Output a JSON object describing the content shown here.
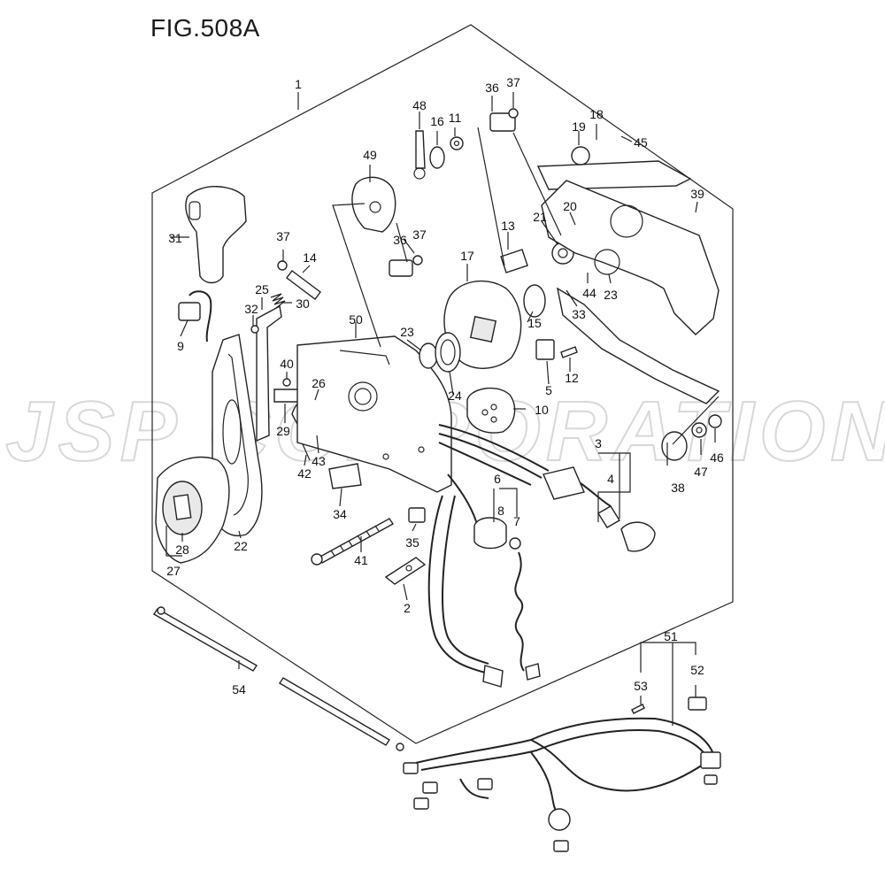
{
  "figure": {
    "title": "FIG.508A"
  },
  "watermark": {
    "text": "JSP CORPORATION"
  },
  "callouts": [
    {
      "id": "c1",
      "num": "1"
    },
    {
      "id": "c2",
      "num": "2"
    },
    {
      "id": "c3",
      "num": "3"
    },
    {
      "id": "c4",
      "num": "4"
    },
    {
      "id": "c5",
      "num": "5"
    },
    {
      "id": "c6",
      "num": "6"
    },
    {
      "id": "c7",
      "num": "7"
    },
    {
      "id": "c8",
      "num": "8"
    },
    {
      "id": "c9",
      "num": "9"
    },
    {
      "id": "c10",
      "num": "10"
    },
    {
      "id": "c11",
      "num": "11"
    },
    {
      "id": "c12",
      "num": "12"
    },
    {
      "id": "c13",
      "num": "13"
    },
    {
      "id": "c14",
      "num": "14"
    },
    {
      "id": "c15",
      "num": "15"
    },
    {
      "id": "c16",
      "num": "16"
    },
    {
      "id": "c17",
      "num": "17"
    },
    {
      "id": "c18",
      "num": "18"
    },
    {
      "id": "c19",
      "num": "19"
    },
    {
      "id": "c20",
      "num": "20"
    },
    {
      "id": "c21",
      "num": "21"
    },
    {
      "id": "c22",
      "num": "22"
    },
    {
      "id": "c23a",
      "num": "23"
    },
    {
      "id": "c23b",
      "num": "23"
    },
    {
      "id": "c24",
      "num": "24"
    },
    {
      "id": "c25",
      "num": "25"
    },
    {
      "id": "c26",
      "num": "26"
    },
    {
      "id": "c27",
      "num": "27"
    },
    {
      "id": "c28",
      "num": "28"
    },
    {
      "id": "c29",
      "num": "29"
    },
    {
      "id": "c30",
      "num": "30"
    },
    {
      "id": "c31",
      "num": "31"
    },
    {
      "id": "c32",
      "num": "32"
    },
    {
      "id": "c33",
      "num": "33"
    },
    {
      "id": "c34",
      "num": "34"
    },
    {
      "id": "c35",
      "num": "35"
    },
    {
      "id": "c36a",
      "num": "36"
    },
    {
      "id": "c36b",
      "num": "36"
    },
    {
      "id": "c37a",
      "num": "37"
    },
    {
      "id": "c37b",
      "num": "37"
    },
    {
      "id": "c37c",
      "num": "37"
    },
    {
      "id": "c38",
      "num": "38"
    },
    {
      "id": "c39",
      "num": "39"
    },
    {
      "id": "c40",
      "num": "40"
    },
    {
      "id": "c41",
      "num": "41"
    },
    {
      "id": "c42",
      "num": "42"
    },
    {
      "id": "c43",
      "num": "43"
    },
    {
      "id": "c44",
      "num": "44"
    },
    {
      "id": "c45",
      "num": "45"
    },
    {
      "id": "c46",
      "num": "46"
    },
    {
      "id": "c47",
      "num": "47"
    },
    {
      "id": "c48",
      "num": "48"
    },
    {
      "id": "c49",
      "num": "49"
    },
    {
      "id": "c50",
      "num": "50"
    },
    {
      "id": "c51",
      "num": "51"
    },
    {
      "id": "c52",
      "num": "52"
    },
    {
      "id": "c53",
      "num": "53"
    },
    {
      "id": "c54",
      "num": "54"
    }
  ]
}
